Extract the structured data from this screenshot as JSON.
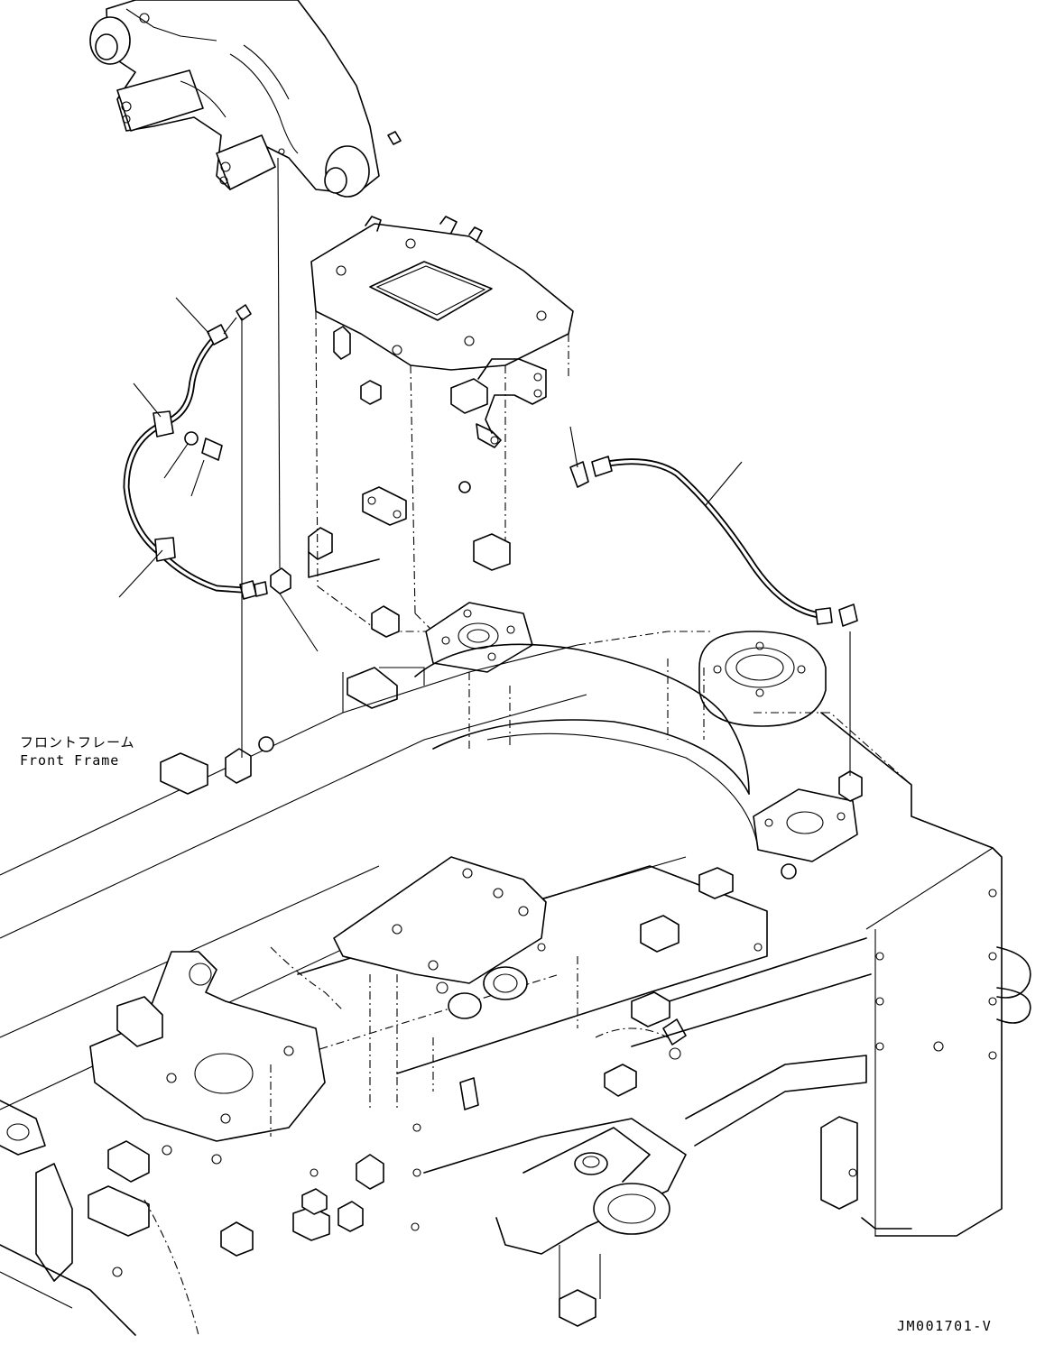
{
  "labels": {
    "front_frame_jp": "フロントフレーム",
    "front_frame_en": "Front Frame"
  },
  "drawing_code": "JM001701-V",
  "colors": {
    "line": "#000000",
    "background": "#ffffff"
  }
}
